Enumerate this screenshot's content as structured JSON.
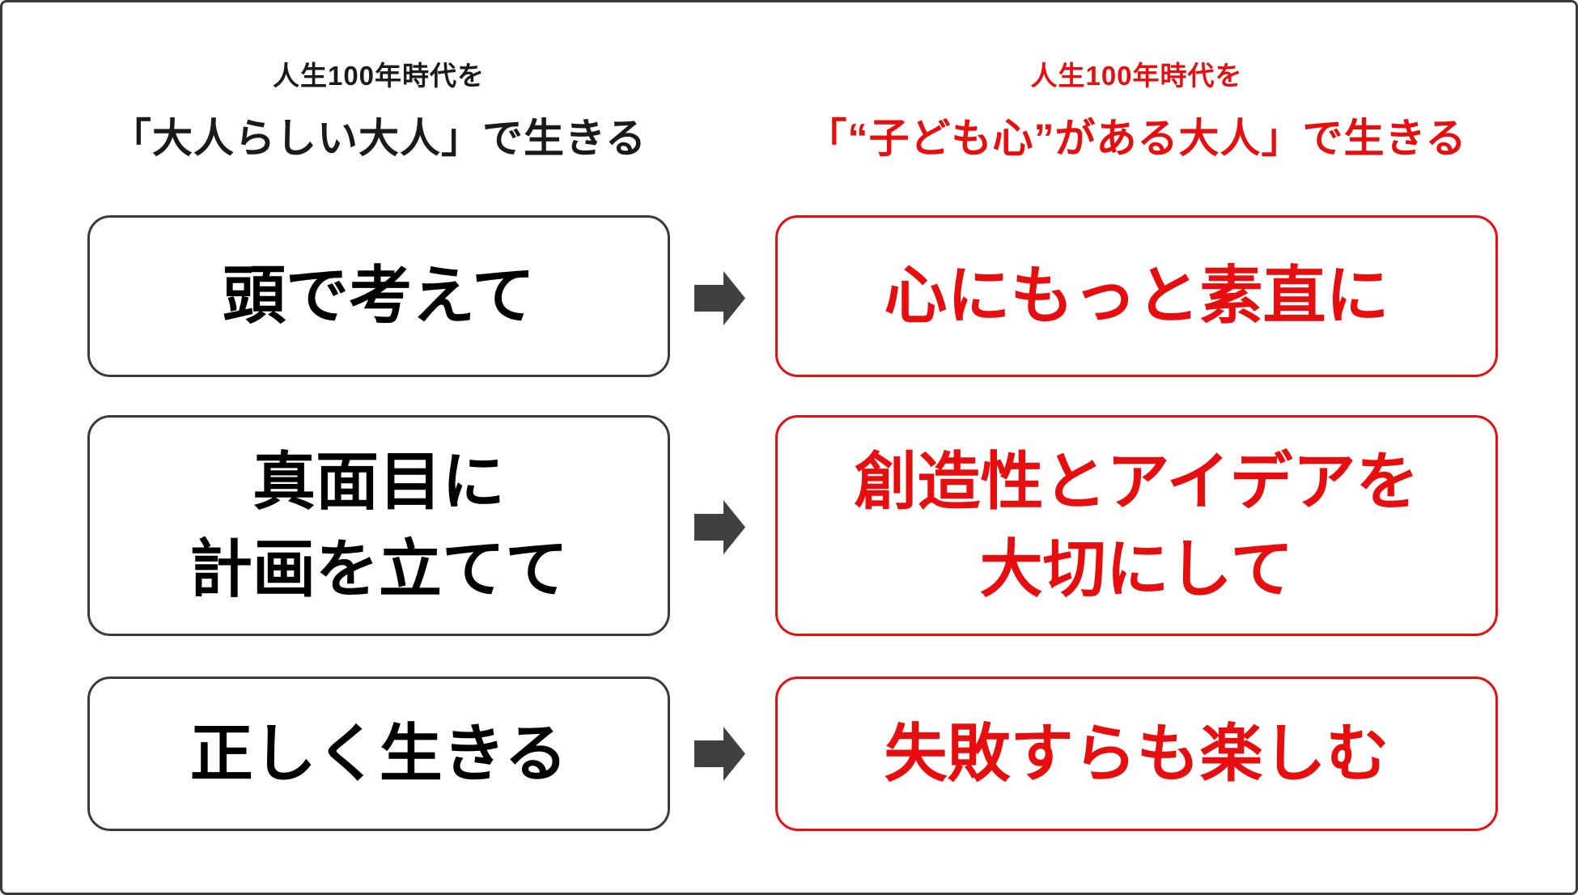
{
  "colors": {
    "background": "#ffffff",
    "dark_border": "#3a3a3a",
    "black_text": "#000000",
    "red_accent": "#e60e0e",
    "arrow_gray": "#404040"
  },
  "left_column": {
    "header": {
      "line1": "人生100年時代を",
      "line2": "「大人らしい大人」で生きる"
    },
    "boxes": [
      {
        "lines": [
          "頭で考えて"
        ]
      },
      {
        "lines": [
          "真面目に",
          "計画を立てて"
        ]
      },
      {
        "lines": [
          "正しく生きる"
        ]
      }
    ]
  },
  "right_column": {
    "header": {
      "line1": "人生100年時代を",
      "line2": "「“子ども心”がある大人」で生きる"
    },
    "boxes": [
      {
        "lines": [
          "心にもっと素直に"
        ]
      },
      {
        "lines": [
          "創造性とアイデアを",
          "大切にして"
        ]
      },
      {
        "lines": [
          "失敗すらも楽しむ"
        ]
      }
    ]
  },
  "icons": {
    "arrow": "right-block-arrow"
  }
}
